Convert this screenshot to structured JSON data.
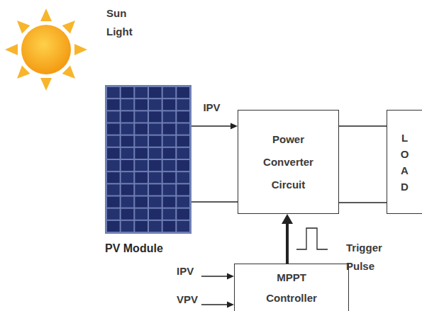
{
  "diagram": {
    "nodes": [
      {
        "text": [
          "PV Module"
        ]
      },
      {
        "text": [
          "Power Converter Circuit"
        ]
      },
      {
        "text": [
          "LOAD"
        ]
      },
      {
        "text": [
          "MPPT Controller"
        ]
      }
    ],
    "edges": [
      {
        "from": 0,
        "to": 1,
        "arrow": "to",
        "label": "IPV"
      },
      {
        "from": 0,
        "to": 1,
        "arrow": "none"
      },
      {
        "from": 1,
        "to": 2,
        "arrow": "none"
      },
      {
        "from": 1,
        "to": 2,
        "arrow": "none"
      },
      {
        "from": 3,
        "to": 1,
        "arrow": "to"
      }
    ],
    "labels": [
      "Sun Light",
      "IPV",
      "VPV",
      "Trigger Pulse"
    ]
  }
}
